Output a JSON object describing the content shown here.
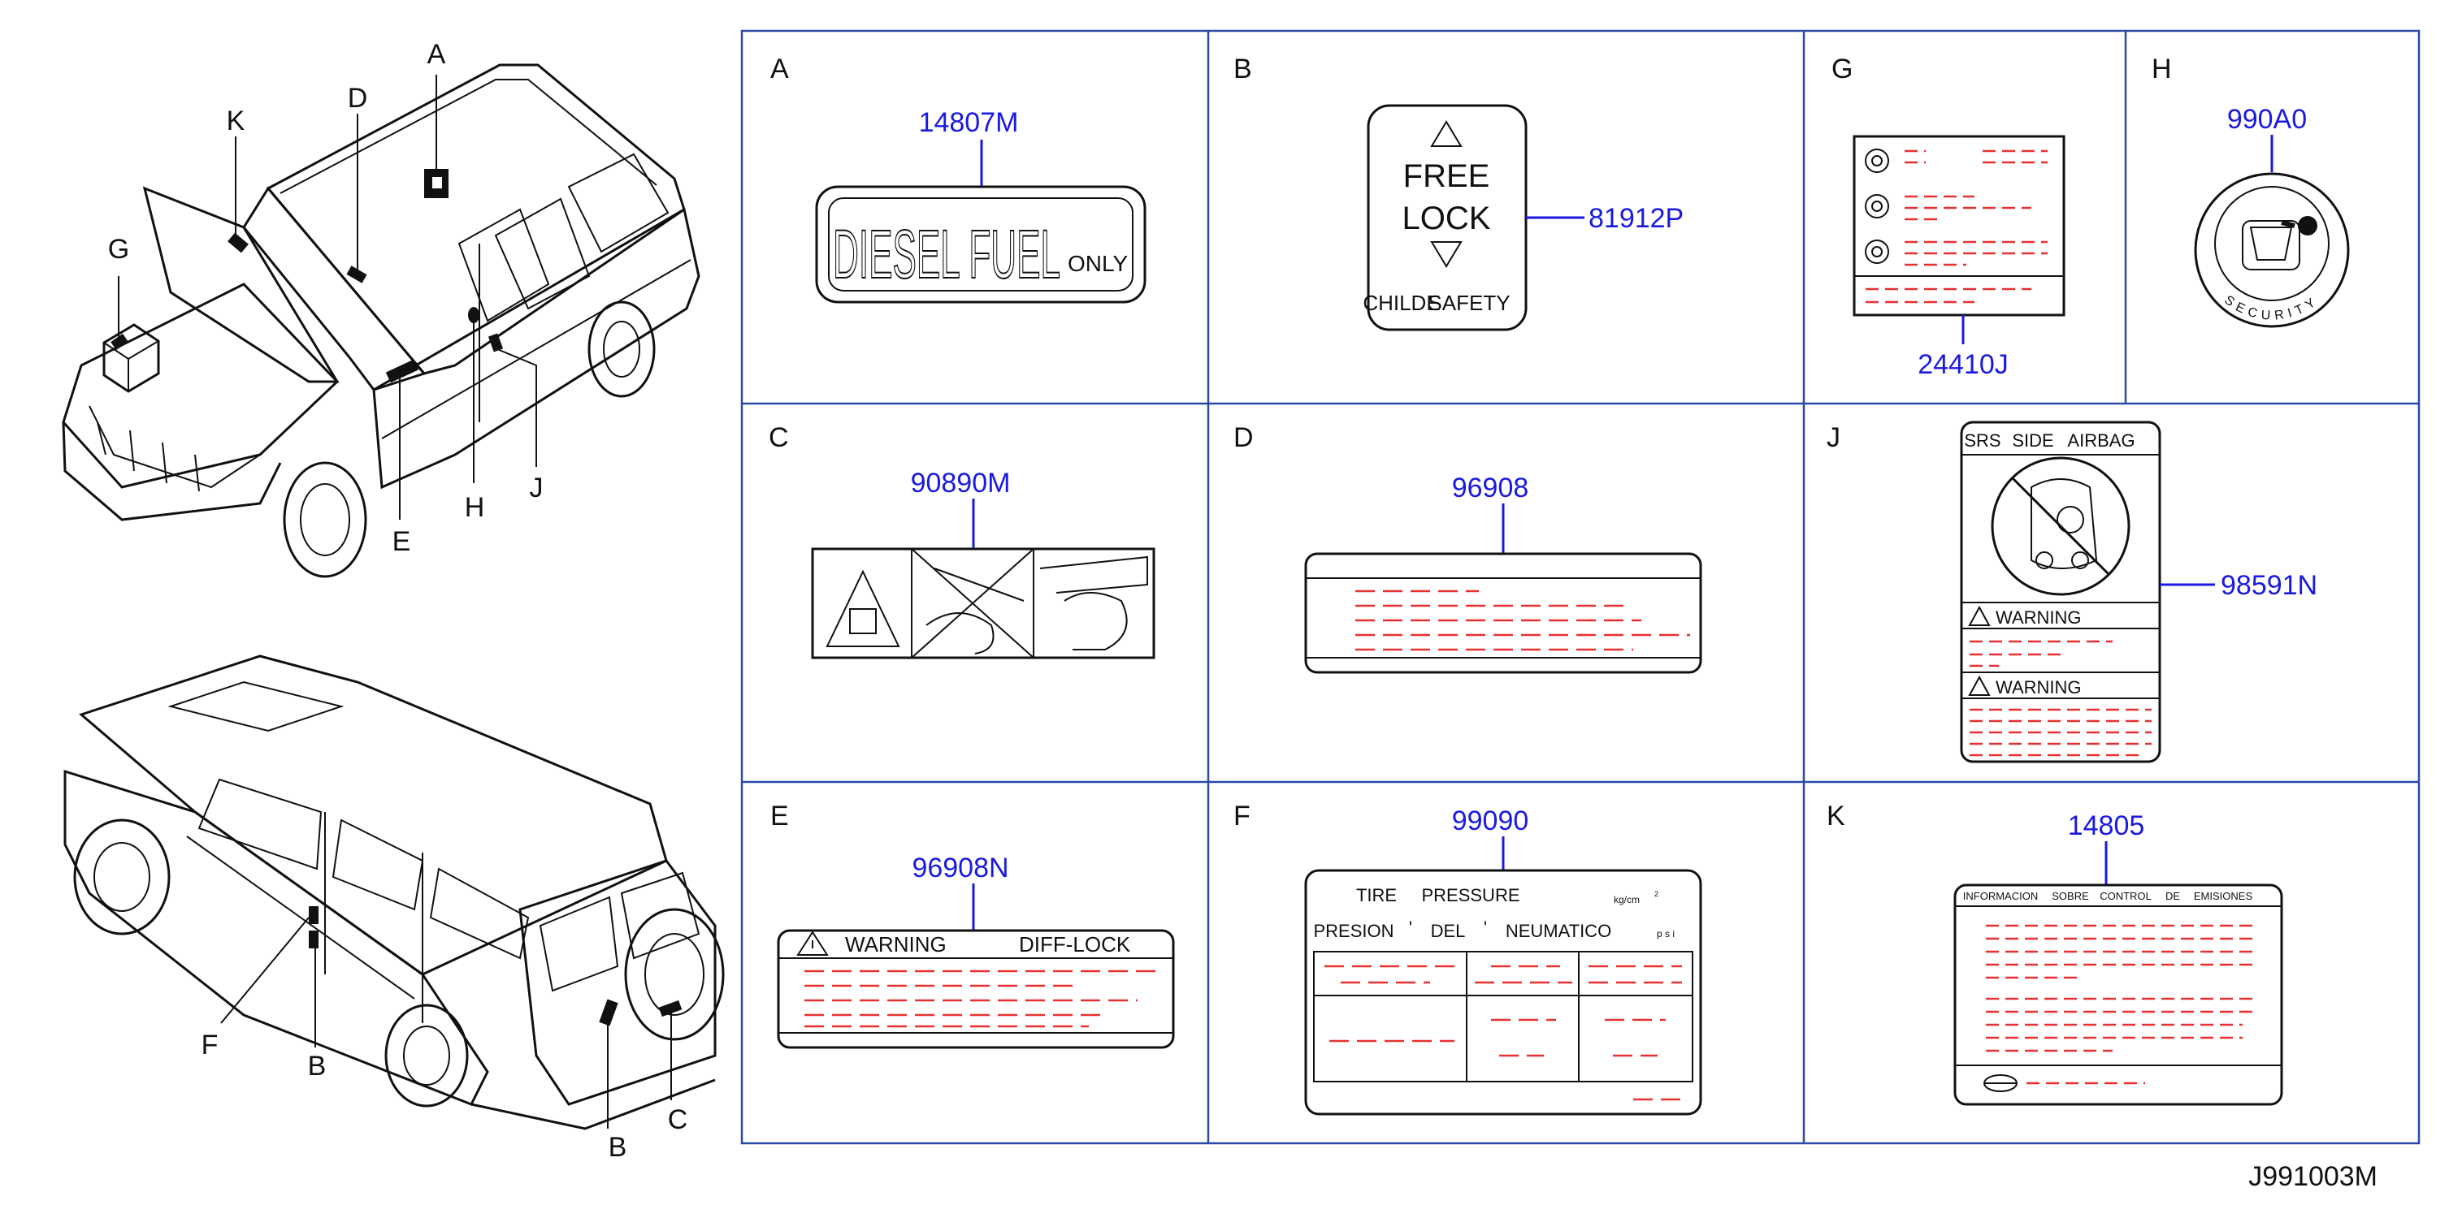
{
  "diagram_id": "J991003M",
  "callouts": {
    "A": "A",
    "B": "B",
    "C": "C",
    "D": "D",
    "E": "E",
    "F": "F",
    "G": "G",
    "H": "H",
    "J": "J",
    "K": "K"
  },
  "panels": {
    "A": {
      "letter": "A",
      "part": "14807M",
      "label_main": "DIESEL FUEL",
      "label_small": "ONLY"
    },
    "B": {
      "letter": "B",
      "part": "81912P",
      "line1": "FREE",
      "line2": "LOCK",
      "footer_left": "CHILDE",
      "footer_right": "SAFETY"
    },
    "G": {
      "letter": "G",
      "part": "24410J"
    },
    "H": {
      "letter": "H",
      "part": "990A0",
      "ring_text": "SECURITY"
    },
    "C": {
      "letter": "C",
      "part": "90890M"
    },
    "D": {
      "letter": "D",
      "part": "96908"
    },
    "J": {
      "letter": "J",
      "part": "98591N",
      "header": [
        "SRS",
        "SIDE",
        "AIRBAG"
      ],
      "warning1": "WARNING",
      "warning2": "WARNING"
    },
    "E": {
      "letter": "E",
      "part": "96908N",
      "warning": "WARNING",
      "title": "DIFF-LOCK"
    },
    "F": {
      "letter": "F",
      "part": "99090",
      "row1": [
        "TIRE",
        "PRESSURE"
      ],
      "row1_unit": "kg/cm",
      "row1_sup": "2",
      "row2": [
        "PRESION",
        "'",
        "DEL",
        "'",
        "NEUMATICO"
      ],
      "row2_unit": "p  s  i"
    },
    "K": {
      "letter": "K",
      "part": "14805",
      "header": [
        "INFORMACION",
        "SOBRE",
        "CONTROL",
        "DE",
        "EMISIONES"
      ]
    }
  }
}
